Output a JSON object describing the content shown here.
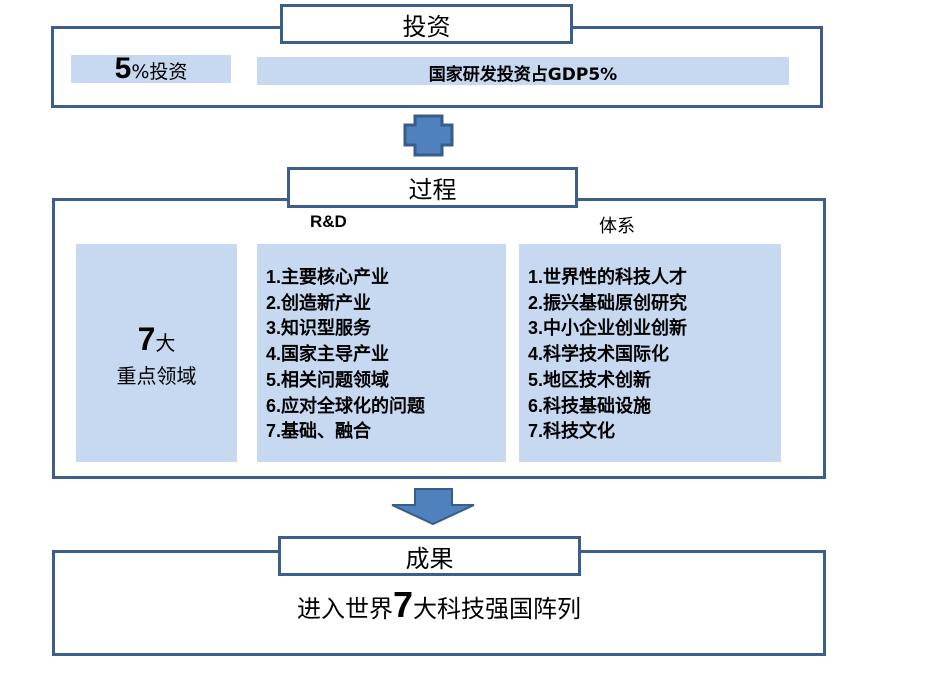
{
  "colors": {
    "border": "#3B5E8B",
    "fill_light": "#C6D9F0",
    "arrow_fill": "#4F81BD",
    "arrow_border": "#385D8A"
  },
  "investment": {
    "title": "投资",
    "left_big": "5",
    "left_rest": "%投资",
    "right_text": "国家研发投资占GDP5%"
  },
  "connector_1": {
    "icon": "plus-arrow-icon"
  },
  "process": {
    "title": "过程",
    "left": {
      "big": "7",
      "big_suffix": "大",
      "line2": "重点领域"
    },
    "rd": {
      "heading": "R&D",
      "items": [
        {
          "num": "1.",
          "text": "主要核心产业"
        },
        {
          "num": "2.",
          "text": "创造新产业"
        },
        {
          "num": "3.",
          "text": "知识型服务"
        },
        {
          "num": "4.",
          "text": "国家主导产业"
        },
        {
          "num": "5.",
          "text": "相关问题领域"
        },
        {
          "num": "6.",
          "text": "应对全球化的问题"
        },
        {
          "num": "7.",
          "text": "基础、融合"
        }
      ]
    },
    "system": {
      "heading": "体系",
      "items": [
        {
          "num": "1.",
          "text": "世界性的科技人才"
        },
        {
          "num": "2.",
          "text": "振兴基础原创研究"
        },
        {
          "num": "3.",
          "text": "中小企业创业创新"
        },
        {
          "num": "4.",
          "text": "科学技术国际化"
        },
        {
          "num": "5.",
          "text": "地区技术创新"
        },
        {
          "num": "6.",
          "text": "科技基础设施"
        },
        {
          "num": "7.",
          "text": "科技文化"
        }
      ]
    }
  },
  "connector_2": {
    "icon": "down-arrow-icon"
  },
  "result": {
    "title": "成果",
    "text_before": "进入世界",
    "text_big": "7",
    "text_after": "大科技强国阵列"
  }
}
